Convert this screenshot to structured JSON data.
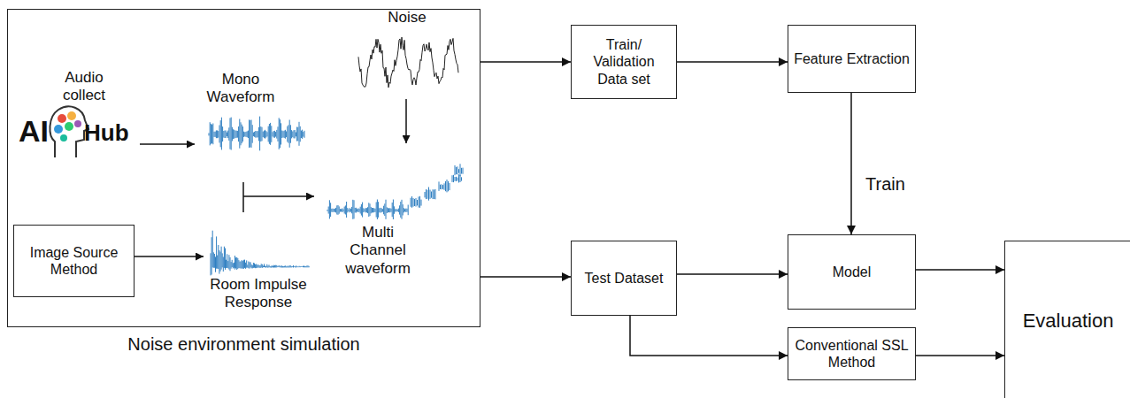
{
  "diagram": {
    "nodes": [
      {
        "text": [
          "Noise environment simulation"
        ]
      },
      {
        "text": [
          "Image Source Method"
        ],
        "in": 0
      },
      {
        "text": [
          "Train/ Validation Data set"
        ]
      },
      {
        "text": [
          "Feature Extraction"
        ]
      },
      {
        "text": [
          "Test Dataset"
        ]
      },
      {
        "text": [
          "Model"
        ]
      },
      {
        "text": [
          "Conventional SSL Method"
        ]
      },
      {
        "text": [
          "Evaluation"
        ]
      }
    ],
    "edges": [
      {
        "from": 0,
        "to": 2,
        "arrow": "to"
      },
      {
        "from": 0,
        "to": 4,
        "arrow": "to"
      },
      {
        "from": 2,
        "to": 3,
        "arrow": "to"
      },
      {
        "from": 3,
        "to": 5,
        "label": "Train",
        "arrow": "to"
      },
      {
        "from": 4,
        "to": 5,
        "arrow": "to"
      },
      {
        "from": 4,
        "to": 6,
        "arrow": "to"
      },
      {
        "from": 5,
        "to": 7,
        "arrow": "to"
      },
      {
        "from": 6,
        "to": 7,
        "arrow": "to"
      }
    ],
    "labels": [
      "Audio collect",
      "AI",
      "Hub",
      "Mono Waveform",
      "Noise",
      "Multi Channel waveform",
      "Room Impulse Response"
    ]
  }
}
